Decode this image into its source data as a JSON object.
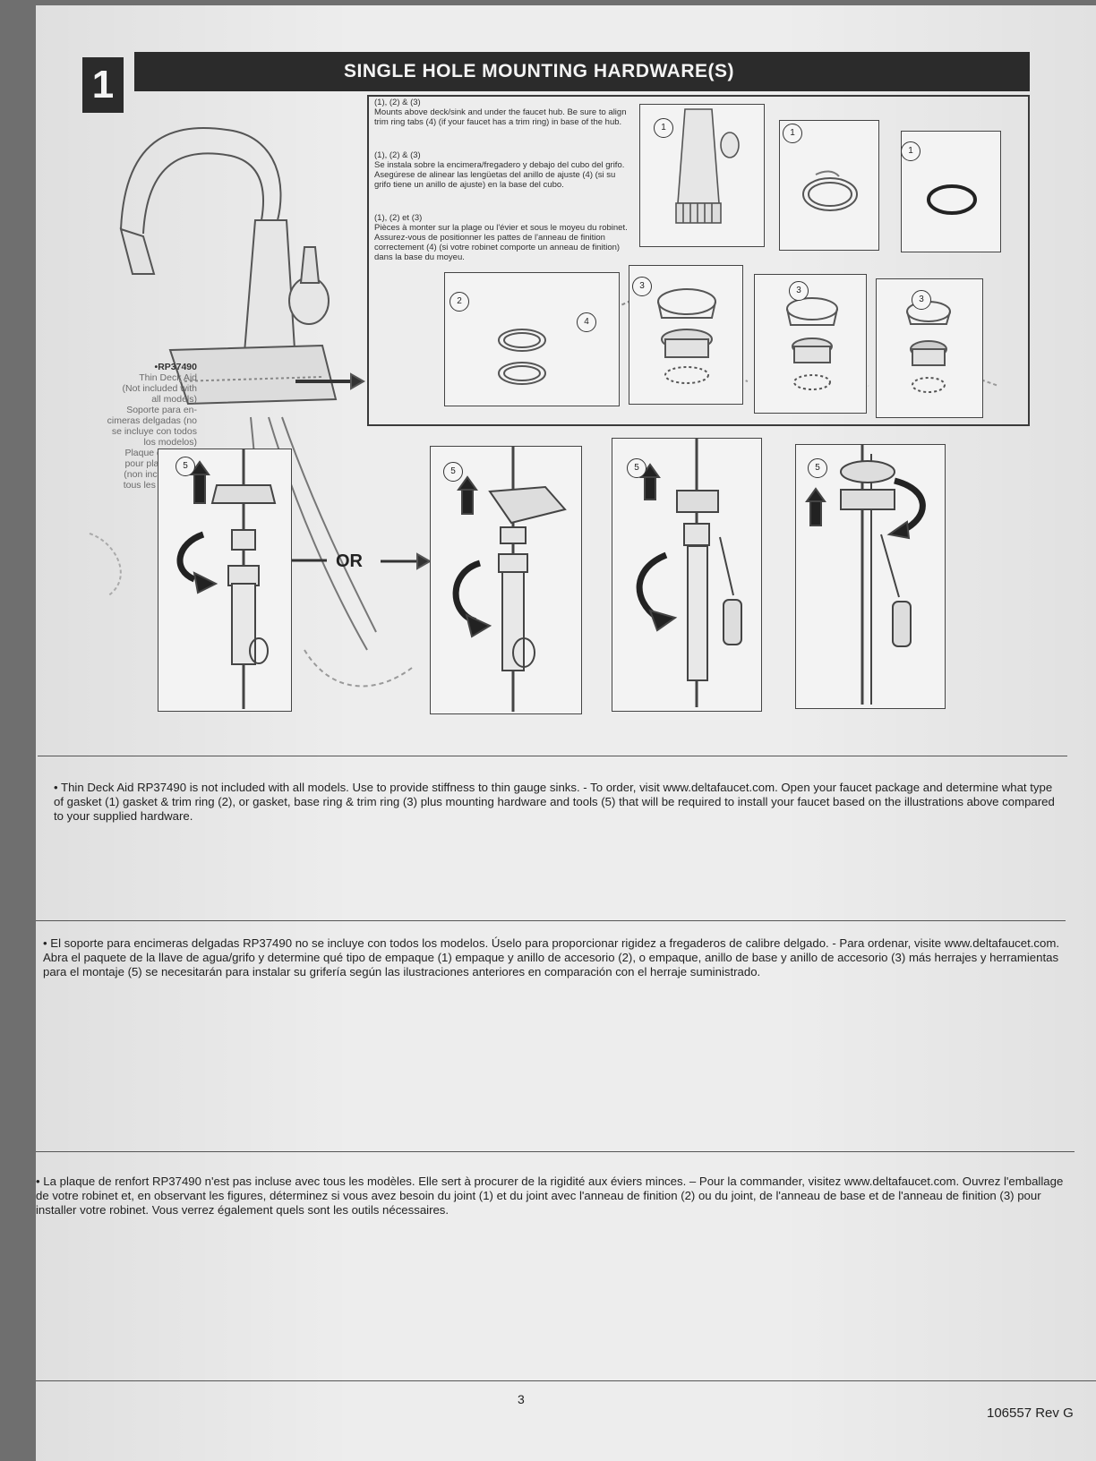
{
  "header": {
    "step_number": "1",
    "title": "SINGLE HOLE MOUNTING HARDWARE(S)"
  },
  "instructions": {
    "en_ref": "(1), (2) & (3)",
    "en_text": "Mounts above deck/sink and under the faucet hub. Be sure to align trim ring tabs (4) (if your faucet has a trim ring) in base of the hub.",
    "es_ref": "(1), (2) & (3)",
    "es_text": "Se instala sobre la encimera/fregadero y debajo del cubo del grifo. Asegúrese de alinear las lengüetas del anillo de ajuste (4) (si su grifo tiene un anillo de ajuste) en la base del cubo.",
    "fr_ref": "(1), (2) et (3)",
    "fr_text": "Pièces à monter sur la plage ou l'évier et sous le moyeu du robinet. Assurez-vous de positionner les pattes de l'anneau de finition correctement (4) (si votre robinet comporte un anneau de finition) dans la base du moyeu."
  },
  "callouts": {
    "n1": "1",
    "n2": "2",
    "n3": "3",
    "n4": "4",
    "n5": "5"
  },
  "deck_aid": {
    "part": "•RP37490",
    "en_line1": "Thin Deck Aid",
    "en_line2": "(Not included with",
    "en_line3": "all models)",
    "es_line1": "Soporte para en-",
    "es_line2": "cimeras delgadas (no",
    "es_line3": "se incluye con todos",
    "es_line4": "los modelos)",
    "fr_line1": "Plaque de renfort",
    "fr_line2": "pour plage mince",
    "fr_line3": "(non incluse avec",
    "fr_line4": "tous les modèles)"
  },
  "or_label": "OR",
  "notes": {
    "en": "• Thin Deck Aid RP37490 is not included with all models. Use to provide stiffness to thin gauge sinks. - To order, visit www.deltafaucet.com. Open your faucet package and determine what type of gasket (1) gasket & trim ring (2), or gasket, base ring & trim ring (3) plus mounting hardware and tools (5) that will be required to install your faucet based on the illustrations above compared to your supplied hardware.",
    "es": "• El soporte para encimeras delgadas RP37490 no se incluye con todos los modelos. Úselo para proporcionar rigidez a fregaderos de calibre delgado. - Para ordenar, visite www.deltafaucet.com. Abra el paquete de la llave de agua/grifo y determine qué tipo de empaque (1) empaque y anillo de accesorio (2), o empaque, anillo de base y anillo de accesorio (3) más herrajes y herramientas para el montaje (5) se necesitarán para instalar su grifería según las ilustraciones anteriores en comparación con el herraje suministrado.",
    "fr": "• La plaque de renfort RP37490 n'est pas incluse avec tous les modèles. Elle sert à procurer de la rigidité aux éviers minces. – Pour la commander, visitez www.deltafaucet.com. Ouvrez l'emballage de votre robinet et, en observant les figures, déterminez si vous avez besoin du joint (1) et du joint avec l'anneau de finition (2) ou du joint, de l'anneau de base et de l'anneau de finition (3) pour installer votre robinet. Vous verrez également quels sont les outils nécessaires."
  },
  "footer": {
    "page": "3",
    "doc_code": "106557 Rev G"
  }
}
